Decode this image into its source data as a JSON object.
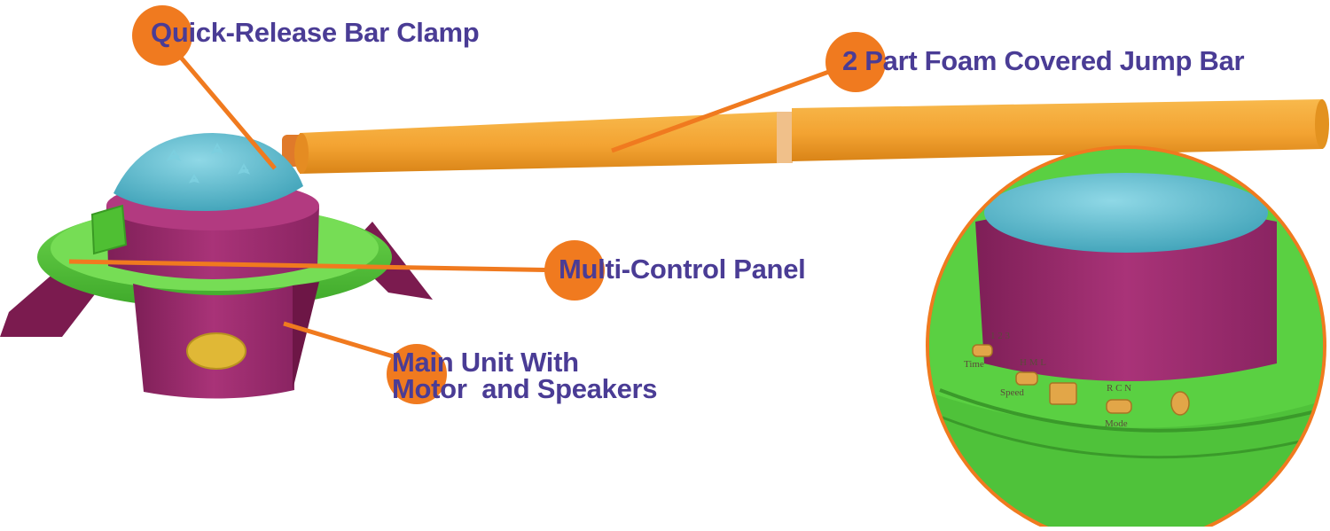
{
  "callouts": {
    "clamp": "Quick-Release Bar Clamp",
    "bar": "2 Part Foam Covered Jump Bar",
    "panel": "Multi-Control Panel",
    "main_line1": "Main Unit With",
    "main_line2": "Motor  and Speakers"
  },
  "panel_labels": {
    "time": "Time",
    "time_values": "1 2 3",
    "speed": "Speed",
    "speed_values": "H M L",
    "mode": "Mode",
    "mode_values": "R C N"
  },
  "colors": {
    "callout_dot": "#f07a1f",
    "callout_text": "#4a3c95",
    "bar_foam": "#f5a93a",
    "body_purple": "#9c2a6a",
    "ring_green": "#55c83a",
    "dome_blue": "#5cb9cc"
  }
}
